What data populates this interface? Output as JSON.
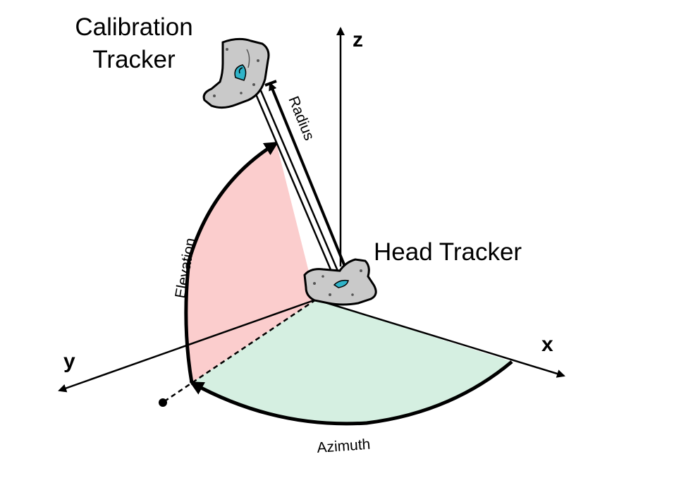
{
  "labels": {
    "calibration_tracker_line1": "Calibration",
    "calibration_tracker_line2": "Tracker",
    "head_tracker": "Head Tracker",
    "radius": "Radius",
    "elevation": "Elevation",
    "azimuth": "Azimuth",
    "axis_x": "x",
    "axis_y": "y",
    "axis_z": "z"
  },
  "colors": {
    "elevation_fill": "#fbcdcd",
    "azimuth_fill": "#d5efe1",
    "tracker_fill": "#c9c9c9",
    "tracker_lens": "#2fb3c8",
    "stroke": "#000000"
  }
}
